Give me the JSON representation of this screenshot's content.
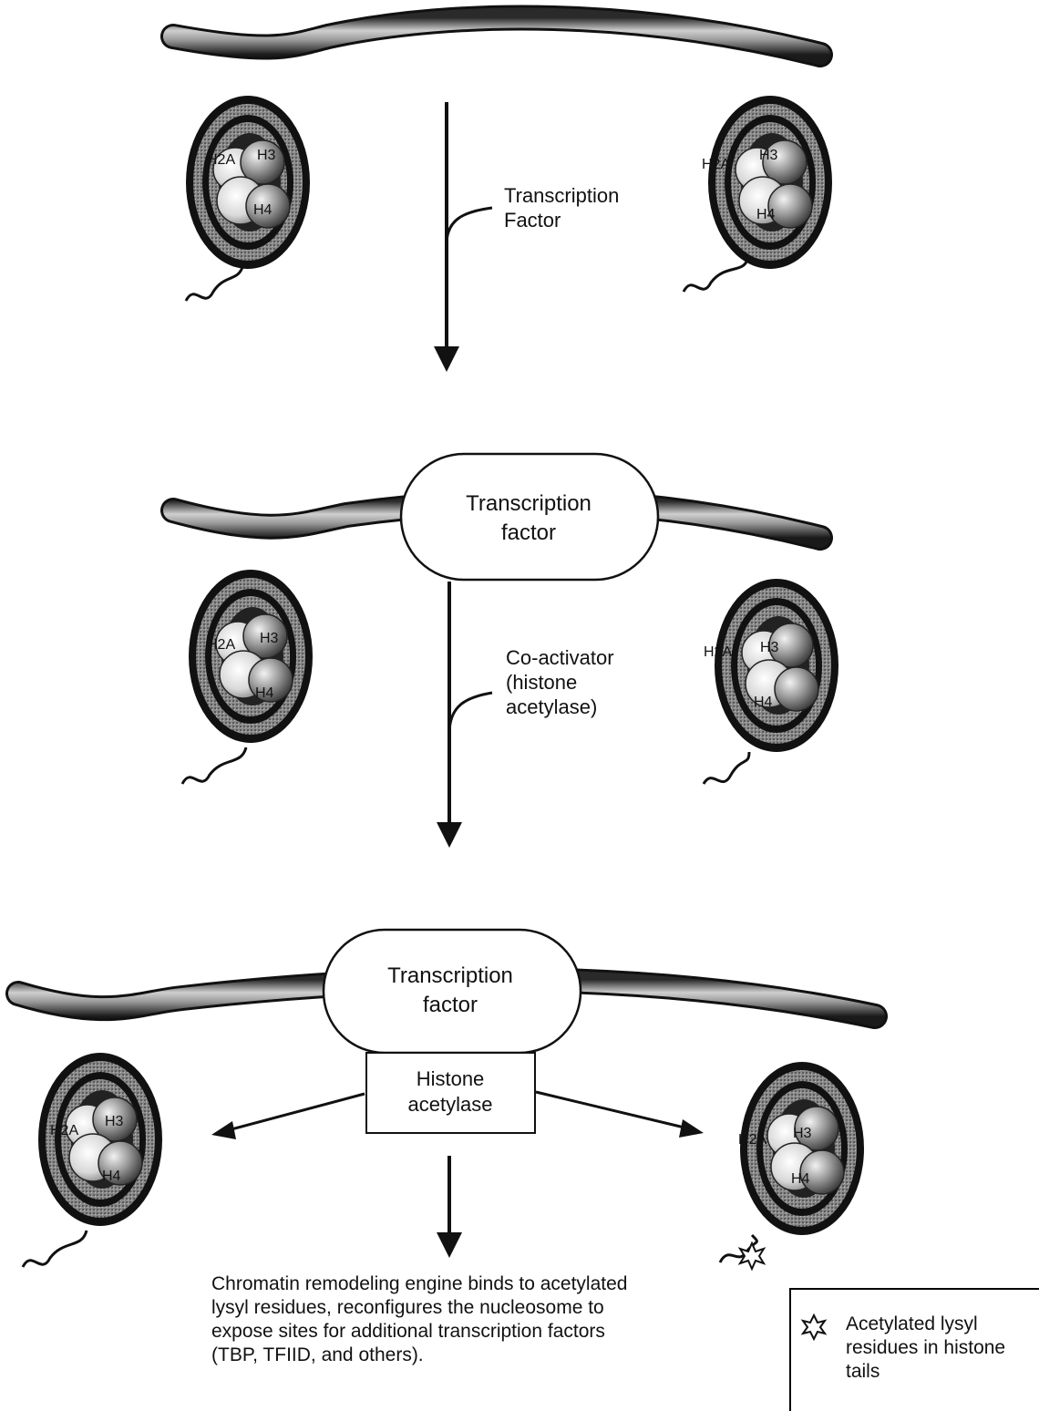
{
  "panel1": {
    "arrow_label": [
      "Transcription",
      "Factor"
    ]
  },
  "panel2": {
    "box_label": [
      "Transcription",
      "factor"
    ],
    "arrow_label": [
      "Co-activator",
      "(histone",
      "acetylase)"
    ]
  },
  "panel3": {
    "box_label": [
      "Transcription",
      "factor"
    ],
    "enzyme_label": [
      "Histone",
      "acetylase"
    ]
  },
  "histone_labels": {
    "h2a": "H2A",
    "h3": "H3",
    "h4": "H4"
  },
  "caption": {
    "lines": [
      "Chromatin remodeling engine binds to acetylated",
      "lysyl residues, reconfigures the nucleosome to",
      "expose sites for additional transcription factors",
      "(TBP, TFIID, and others)."
    ]
  },
  "legend": {
    "icon": "acetyl-star-icon",
    "lines": [
      "Acetylated lysyl",
      "residues in histone",
      "tails"
    ]
  }
}
